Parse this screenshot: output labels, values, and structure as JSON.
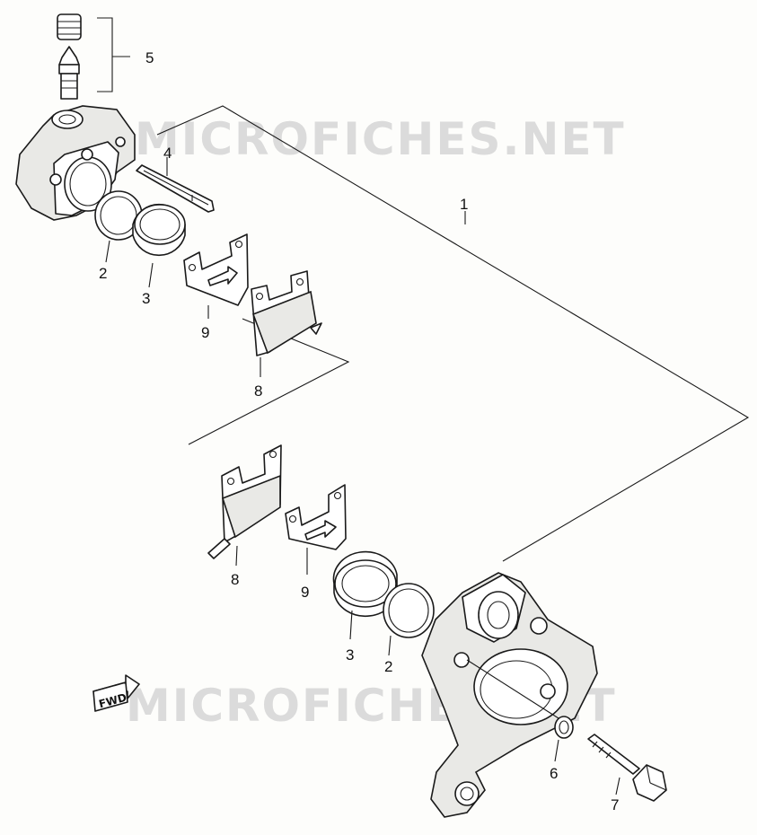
{
  "watermark": {
    "top_text": "MICROFICHES.NET",
    "bottom_text": "MICROFICHES.NET"
  },
  "direction_badge": {
    "label": "FWD",
    "icon": "forward-arrow-icon"
  },
  "callouts": {
    "c1": "1",
    "c2_top": "2",
    "c3_top": "3",
    "c4": "4",
    "c5": "5",
    "c8_top": "8",
    "c9_top": "9",
    "c8_bottom": "8",
    "c9_bottom": "9",
    "c3_bottom": "3",
    "c2_bottom": "2",
    "c6": "6",
    "c7": "7"
  }
}
